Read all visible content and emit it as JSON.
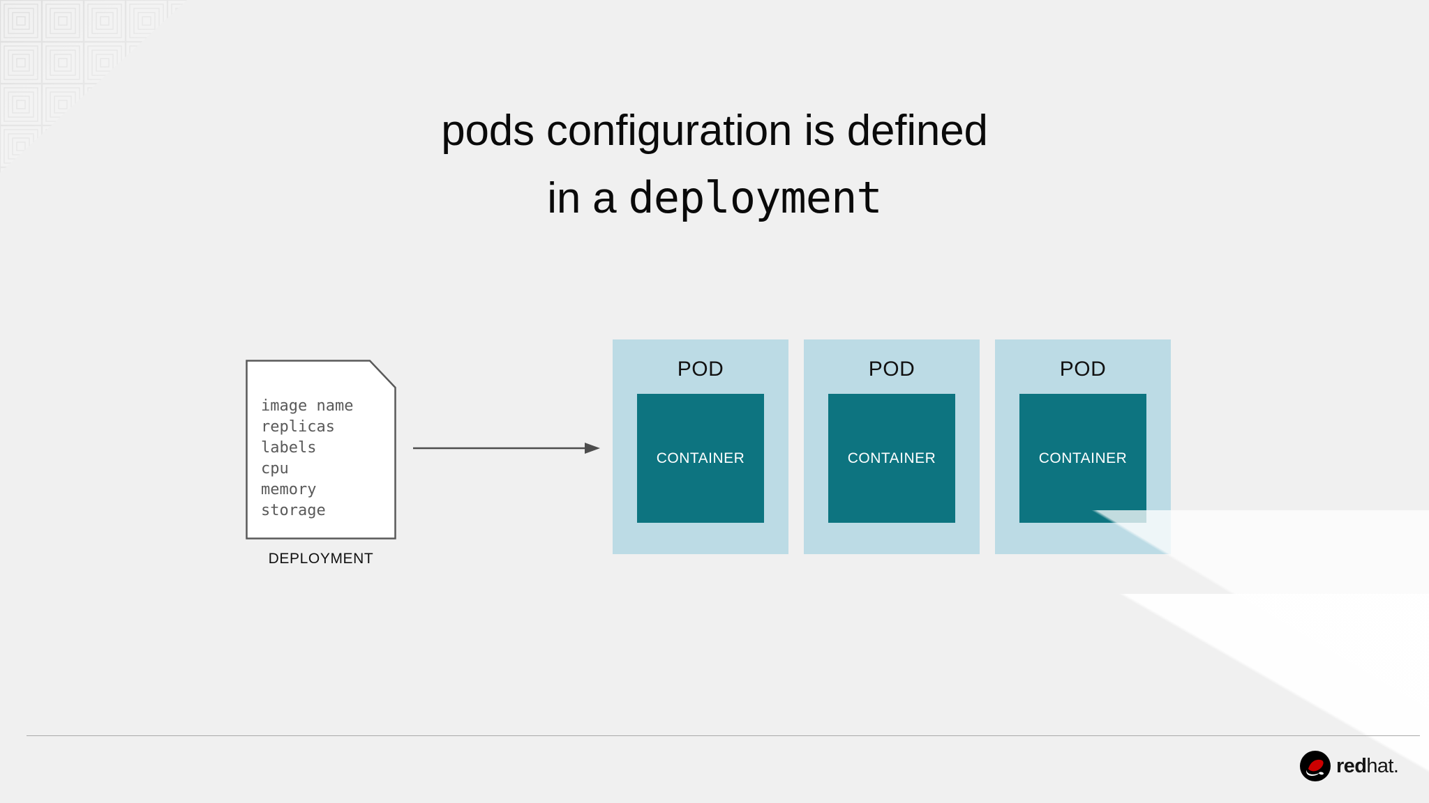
{
  "slide": {
    "background_color": "#f0f0f0",
    "title": {
      "line1": "pods configuration is defined",
      "line2_prefix": "in a ",
      "line2_mono": "deployment"
    }
  },
  "diagram": {
    "deployment": {
      "caption": "DEPLOYMENT",
      "lines": [
        "image name",
        "replicas",
        "labels",
        "cpu",
        "memory",
        "storage"
      ],
      "text_color": "#595959",
      "border_color": "#595959",
      "fill_color": "#ffffff"
    },
    "arrow": {
      "direction": "right",
      "color": "#4d4d4d"
    },
    "pods": [
      {
        "label": "POD",
        "container_label": "CONTAINER"
      },
      {
        "label": "POD",
        "container_label": "CONTAINER"
      },
      {
        "label": "POD",
        "container_label": "CONTAINER"
      }
    ],
    "pod_color": "#bcdbe5",
    "container_color": "#0d7480",
    "container_text_color": "#ffffff"
  },
  "footer": {
    "brand_red": "red",
    "brand_hat": "hat.",
    "logo_hat_color": "#cc0000",
    "logo_circle_color": "#000000",
    "rule_color": "#a8a8a8"
  }
}
